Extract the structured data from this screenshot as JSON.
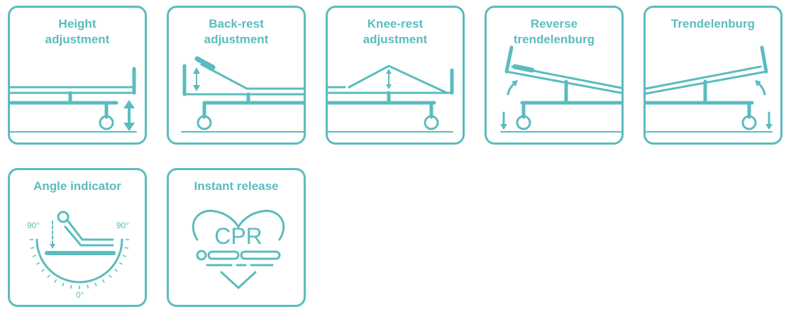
{
  "features": [
    {
      "id": "height",
      "lines": [
        "Height",
        "adjustment"
      ]
    },
    {
      "id": "backrest",
      "lines": [
        "Back-rest",
        "adjustment"
      ]
    },
    {
      "id": "kneerest",
      "lines": [
        "Knee-rest",
        "adjustment"
      ]
    },
    {
      "id": "reverse",
      "lines": [
        "Reverse",
        "trendelenburg"
      ]
    },
    {
      "id": "trend",
      "lines": [
        "Trendelenburg"
      ]
    },
    {
      "id": "angle",
      "lines": [
        "Angle indicator"
      ]
    },
    {
      "id": "cpr",
      "lines": [
        "Instant release"
      ]
    }
  ],
  "angle_indicator": {
    "left_mark": "90°",
    "right_mark": "90°",
    "bottom_mark": "0°"
  },
  "cpr_icon": {
    "text": "CPR"
  },
  "colors": {
    "accent": "#5bbcbf"
  }
}
